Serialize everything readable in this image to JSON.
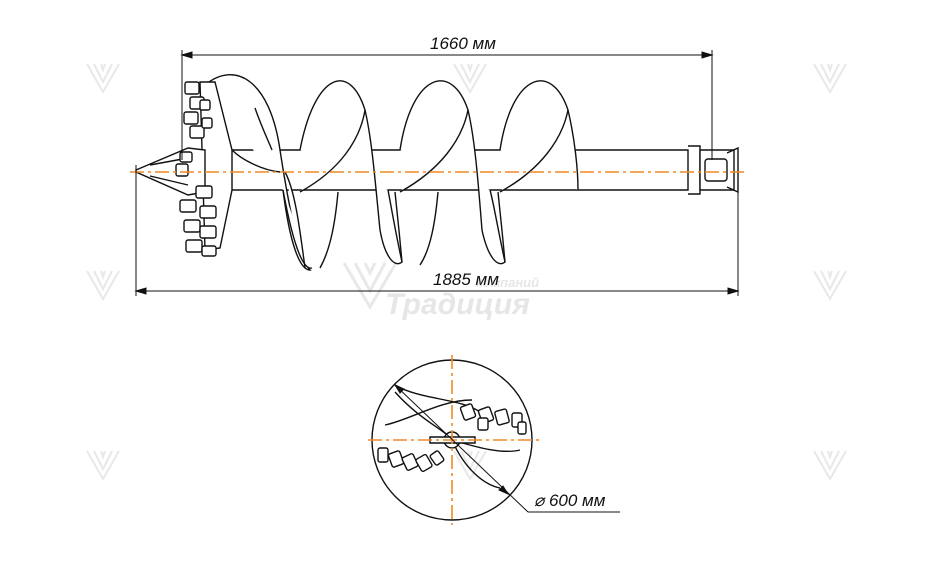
{
  "dimensions": {
    "auger_length": "1660 мм",
    "total_length": "1885 мм",
    "diameter": "⌀ 600 мм"
  },
  "watermark": {
    "line1": "компаний",
    "line2": "Традиция"
  },
  "colors": {
    "centerline": "#f08a24",
    "outline": "#111111",
    "watermark": "#e6e6e6"
  },
  "icons": {
    "watermark_mark": "chevron-leaf-logo"
  }
}
